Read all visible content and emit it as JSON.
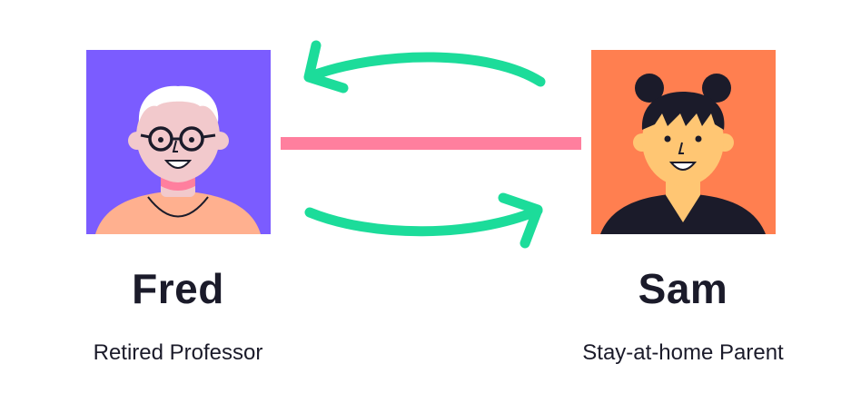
{
  "people": [
    {
      "name": "Fred",
      "role": "Retired Professor",
      "avatar_icon": "elderly-man-with-glasses-avatar",
      "avatar_bg": "#7b5cff"
    },
    {
      "name": "Sam",
      "role": "Stay-at-home Parent",
      "avatar_icon": "woman-with-hair-buns-avatar",
      "avatar_bg": "#ff7f50"
    }
  ],
  "colors": {
    "link_line": "#ff7f9e",
    "arrows": "#1cdc9a",
    "text": "#1b1b2a"
  }
}
